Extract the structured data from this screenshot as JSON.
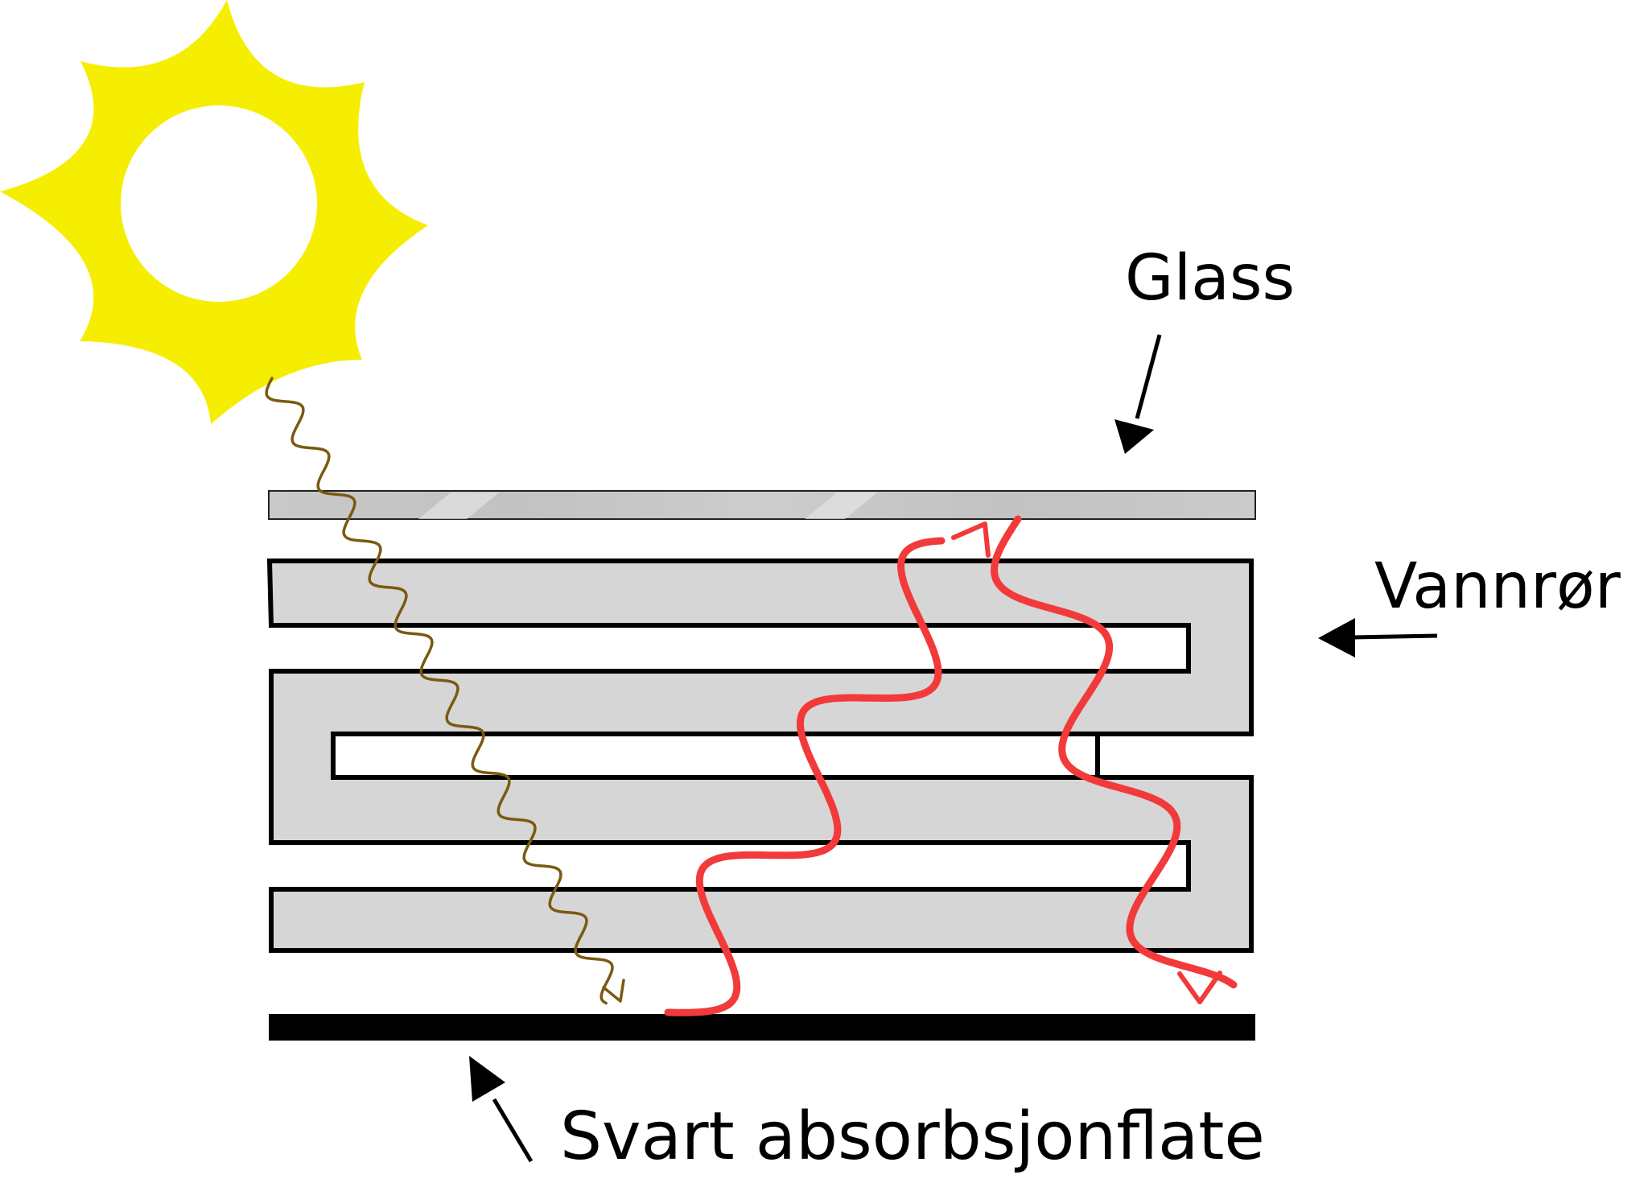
{
  "labels": {
    "glass": "Glass",
    "pipe": "Vannrør",
    "absorber": "Svart absorbsjonflate"
  },
  "colors": {
    "sun": "#f5ee00",
    "incoming_ray": "#7a5a10",
    "heat_radiation": "#f23a3a",
    "pipe_fill": "#d6d6d6",
    "glass_fill": "#c4c4c4",
    "absorber": "#000000"
  }
}
